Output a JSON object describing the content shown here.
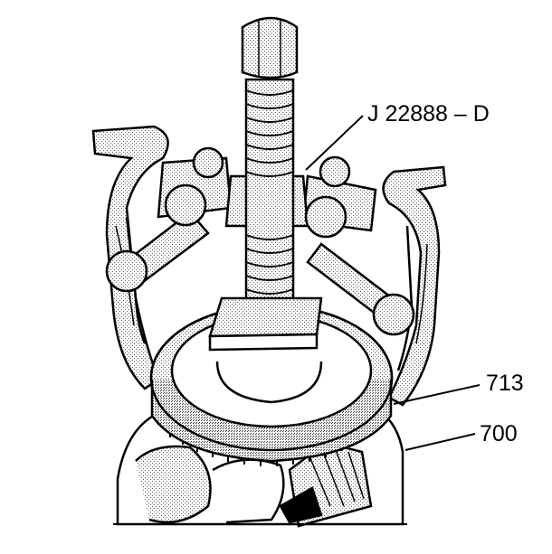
{
  "diagram": {
    "callouts": {
      "tool": "J 22888 – D",
      "ring": "713",
      "housing": "700"
    },
    "colors": {
      "ink": "#000000",
      "paper": "#ffffff",
      "shade": "#bdbdbd"
    }
  }
}
